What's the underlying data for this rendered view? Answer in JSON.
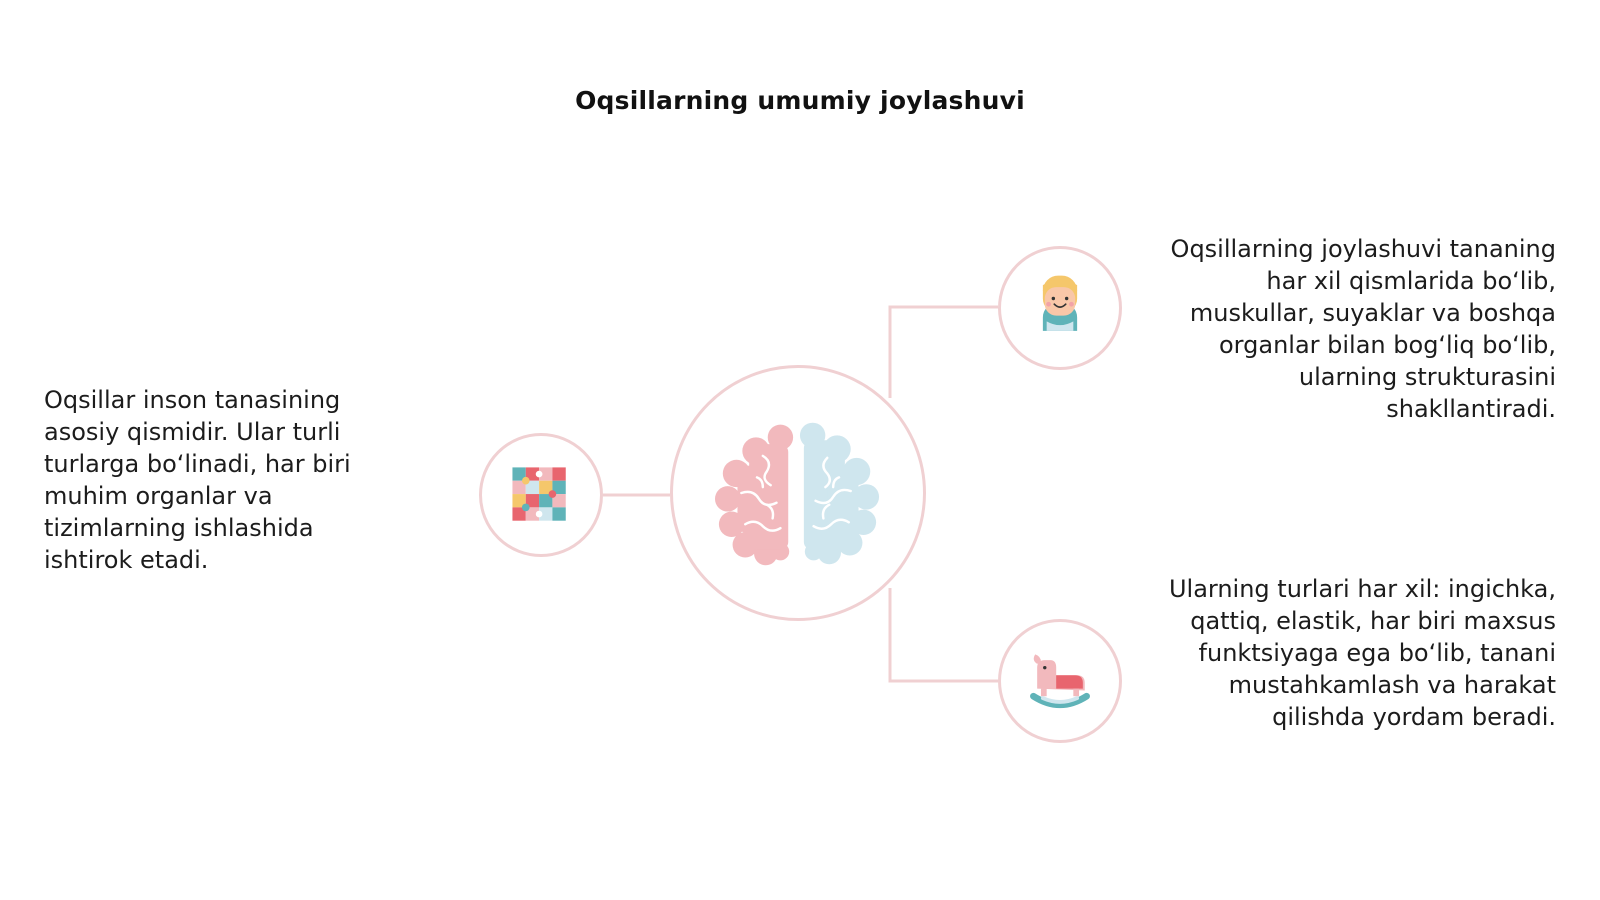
{
  "slide": {
    "title": "Oqsillarning umumiy joylashuvi"
  },
  "nodes": {
    "center": {
      "icon": "brain-icon"
    },
    "left": {
      "icon": "puzzle-icon"
    },
    "top": {
      "icon": "child-face-icon"
    },
    "bottom": {
      "icon": "rocking-horse-icon"
    }
  },
  "texts": {
    "left": "Oqsillar inson tanasining asosiy qismidir. Ular turli turlarga bo‘linadi, har biri muhim organlar va tizimlarning ishlashida ishtirok etadi.",
    "top": "Oqsillarning joylashuvi tananing har xil qismlarida bo‘lib, muskullar, suyaklar va boshqa organlar bilan bog‘liq bo‘lib, ularning strukturasini shakllantiradi.",
    "bottom": "Ularning turlari har xil: ingichka, qattiq, elastik, har biri maxsus funktsiyaga ega bo‘lib, tanani mustahkamlash va harakat qilishda yordam beradi."
  },
  "colors": {
    "ring": "#f0d0d2",
    "brain_left": "#f2b9bd",
    "brain_right": "#cfe6ee",
    "accent_red": "#e8656e",
    "accent_teal": "#5fb3b8",
    "accent_yellow": "#f5c76b"
  }
}
